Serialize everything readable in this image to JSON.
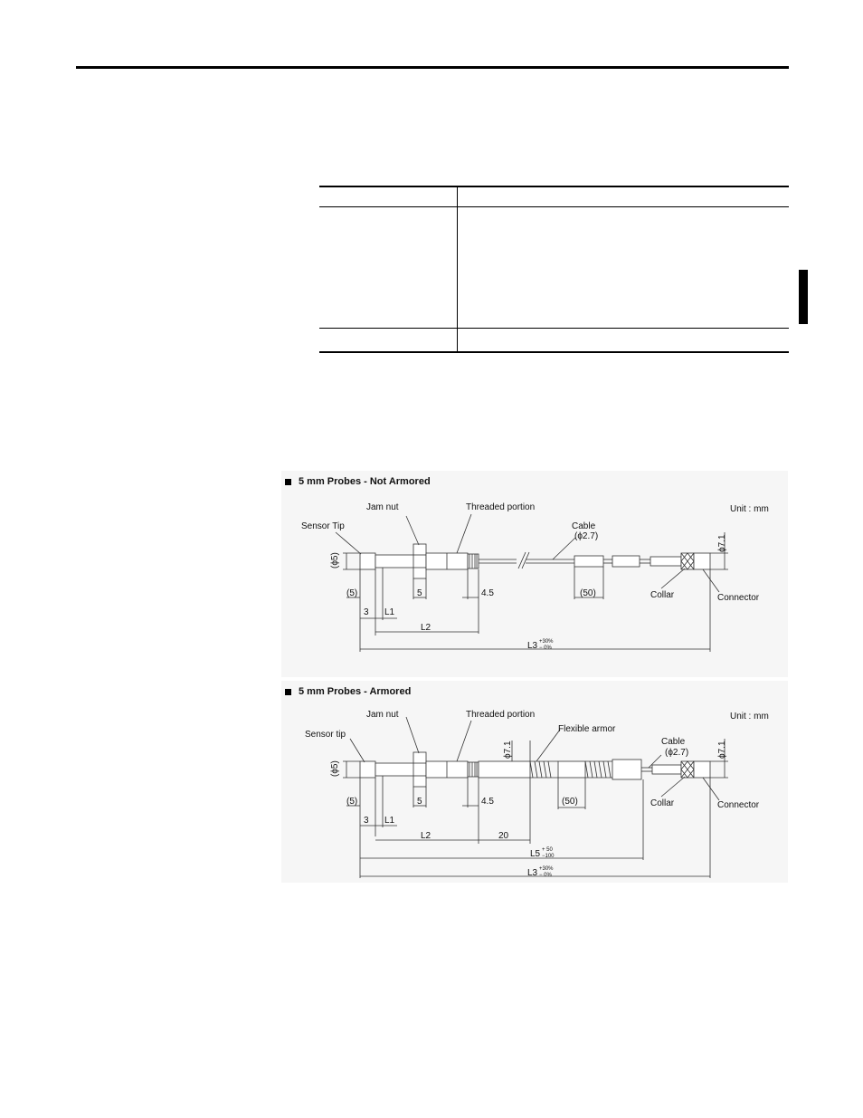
{
  "figures": [
    {
      "title": "5 mm Probes - Not Armored",
      "unit": "Unit : mm",
      "labels": {
        "jam_nut": "Jam nut",
        "threaded": "Threaded portion",
        "cable": "Cable",
        "cable_dia": "(ϕ2.7)",
        "sensor_tip": "Sensor Tip",
        "tip_dia": "(ϕ5)",
        "conn_dia": "ϕ7.1",
        "collar": "Collar",
        "connector": "Connector"
      },
      "dims": {
        "d5": "(5)",
        "d3": "3",
        "l1": "L1",
        "five": "5",
        "four5": "4.5",
        "fifty": "(50)",
        "l2": "L2",
        "l3": "L3",
        "l3_upper": "+30%",
        "l3_lower": "− 0%"
      }
    },
    {
      "title": "5 mm Probes - Armored",
      "unit": "Unit : mm",
      "labels": {
        "jam_nut": "Jam nut",
        "threaded": "Threaded portion",
        "flex_armor": "Flexible armor",
        "cable": "Cable",
        "cable_dia": "(ϕ2.7)",
        "sensor_tip": "Sensor tip",
        "tip_dia": "(ϕ5)",
        "armor_dia": "ϕ7.1",
        "conn_dia": "ϕ7.1",
        "collar": "Collar",
        "connector": "Connector"
      },
      "dims": {
        "d5": "(5)",
        "d3": "3",
        "l1": "L1",
        "five": "5",
        "four5": "4.5",
        "fifty": "(50)",
        "l2": "L2",
        "twenty": "20",
        "l5": "L5",
        "l5_upper": "+ 50",
        "l5_lower": "−100",
        "l3": "L3",
        "l3_upper": "+30%",
        "l3_lower": "− 0%"
      }
    }
  ]
}
